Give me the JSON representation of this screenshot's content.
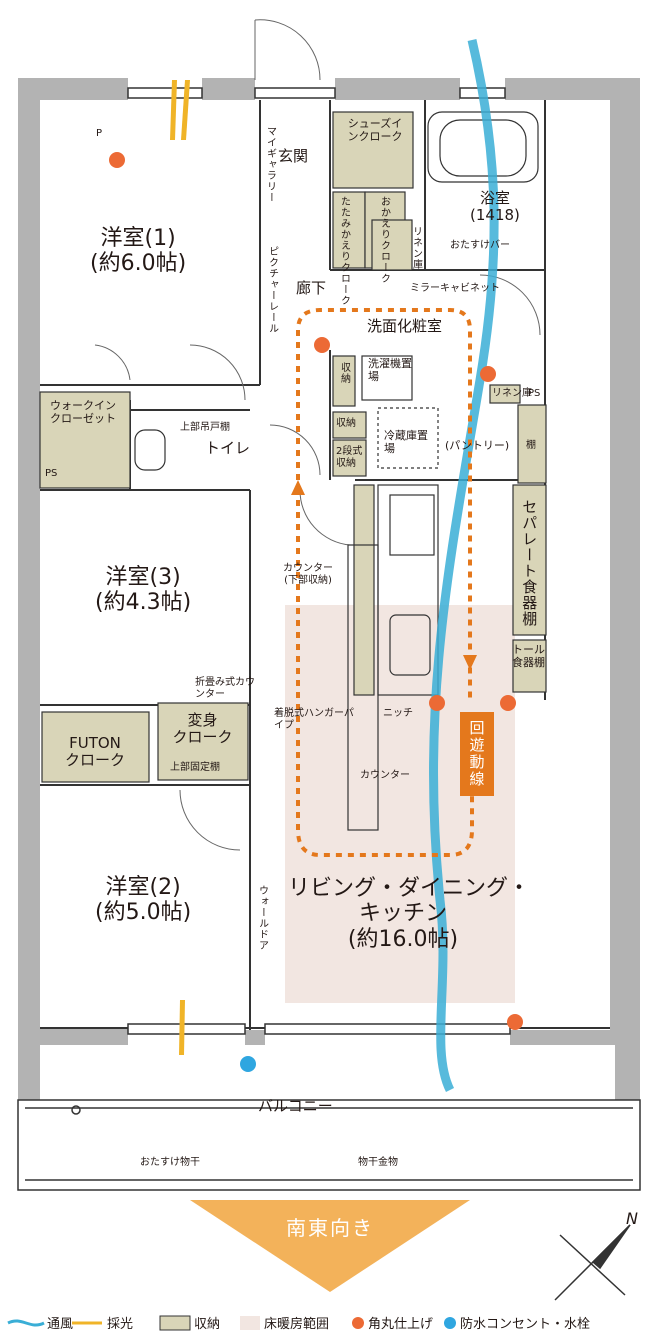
{
  "rooms": {
    "western1_name": "洋室(1)",
    "western1_size": "(約6.0帖)",
    "western3_name": "洋室(3)",
    "western3_size": "(約4.3帖)",
    "western2_name": "洋室(2)",
    "western2_size": "(約5.0帖)",
    "ldk_line1": "リビング・ダイニング・",
    "ldk_line2": "キッチン",
    "ldk_size": "(約16.0帖)",
    "entrance": "玄関",
    "corridor": "廊下",
    "bath": "浴室",
    "bath_size": "(1418)",
    "washroom": "洗面化粧室",
    "toilet": "トイレ",
    "balcony": "バルコニー"
  },
  "storage": {
    "shoes_in_cloak": "シューズインクローク",
    "tatami_cloak": "たたみかえりクローク",
    "okaeri_cloak": "おかえりクローク",
    "linen_storage": "リネン庫",
    "linen_storage_small": "リネン庫",
    "walk_in_closet": "ウォークインクローゼット",
    "futon_cloak_line1": "FUTON",
    "futon_cloak_line2": "クローク",
    "henshin_cloak_line1": "変身",
    "henshin_cloak_line2": "クローク",
    "upper_fixed_shelf": "上部固定棚",
    "storage1": "収納",
    "storage2": "収納",
    "two_tier_storage": "2段式収納",
    "separate_cupboard": "セパレート食器棚",
    "tall_cupboard": "トール食器棚",
    "shelf": "棚"
  },
  "fixtures": {
    "my_gallery": "マイギャラリー",
    "picture_rail": "ピクチャーレール",
    "otasuke_bar": "おたすけバー",
    "mirror_cabinet": "ミラーキャビネット",
    "washer_area": "洗濯機置場",
    "fridge_area": "冷蔵庫置場",
    "pantry": "(パントリー)",
    "counter_lower": "カウンター",
    "counter_lower_sub": "(下部収納)",
    "counter": "カウンター",
    "niche": "ニッチ",
    "upper_cupboard": "上部吊戸棚",
    "folding_counter": "折畳み式カウンター",
    "hanger_pipe": "着脱式ハンガーパイプ",
    "wall_door": "ウォールドア",
    "otasuke_hoshi": "おたすけ物干",
    "hoshi_kanamono": "物干金物",
    "ps_left": "PS",
    "ps_right": "PS",
    "p_mark": "P"
  },
  "circulation": {
    "loop_label": "回遊動線"
  },
  "orientation": {
    "facing": "南東向き",
    "north": "N"
  },
  "legend": {
    "ventilation": "通風",
    "daylight": "採光",
    "storage": "収納",
    "floor_heating": "床暖房範囲",
    "rounded_corner": "角丸仕上げ",
    "waterproof_outlet": "防水コンセント・水栓"
  },
  "colors": {
    "storage_fill": "#d9d5b8",
    "floor_heating_fill": "#f2e6e1",
    "rounded_corner_dot": "#ec6a35",
    "waterproof_dot": "#2fa6e0",
    "ventilation_stream": "#3aaed6",
    "loop_route": "#e4781c",
    "wall": "#b3b3b3"
  }
}
